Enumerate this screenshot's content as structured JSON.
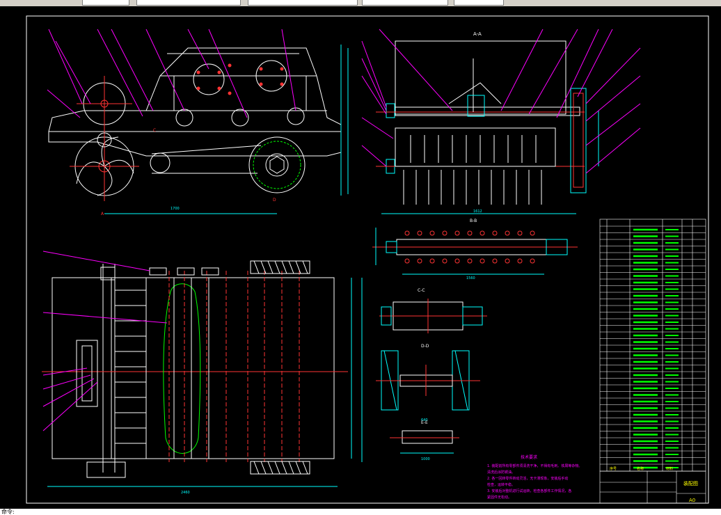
{
  "window": {
    "title": "CAD drawing viewer"
  },
  "toolbar": {
    "visible_fragments": [
      "",
      "",
      "",
      "",
      ""
    ]
  },
  "drawing": {
    "section_labels": {
      "aa": "A-A",
      "bb": "B-B",
      "cc": "C-C",
      "dd": "D-D",
      "ee": "E-E"
    },
    "view_markers": {
      "a": "A",
      "c": "C",
      "d": "D"
    },
    "dimensions": {
      "front_length": "1700",
      "aa_width": "1612",
      "plan_width": "2460",
      "bb_width": "1560",
      "ee_width": "1000",
      "dd_width": "640"
    },
    "notes_title": "技术要求",
    "notes": [
      "1. 装配前所有零部件须清洗干净，不得有毛刺、铁屑等杂物。",
      "   清洗后涂防锈油。",
      "2. 各一回转零件转动灵活，无卡滞现象，安装后手动",
      "   检查，运转平稳。",
      "3. 安装后对整机进行试运转，检查各部件工作情况，各",
      "   紧固件无松动。"
    ],
    "title_block": {
      "drawing_name": "装配图",
      "sheet_size": "A0",
      "header_seq": "序号",
      "header_name": "名称",
      "header_material": "材料"
    }
  },
  "status_bar": {
    "command_text": "命令:"
  }
}
